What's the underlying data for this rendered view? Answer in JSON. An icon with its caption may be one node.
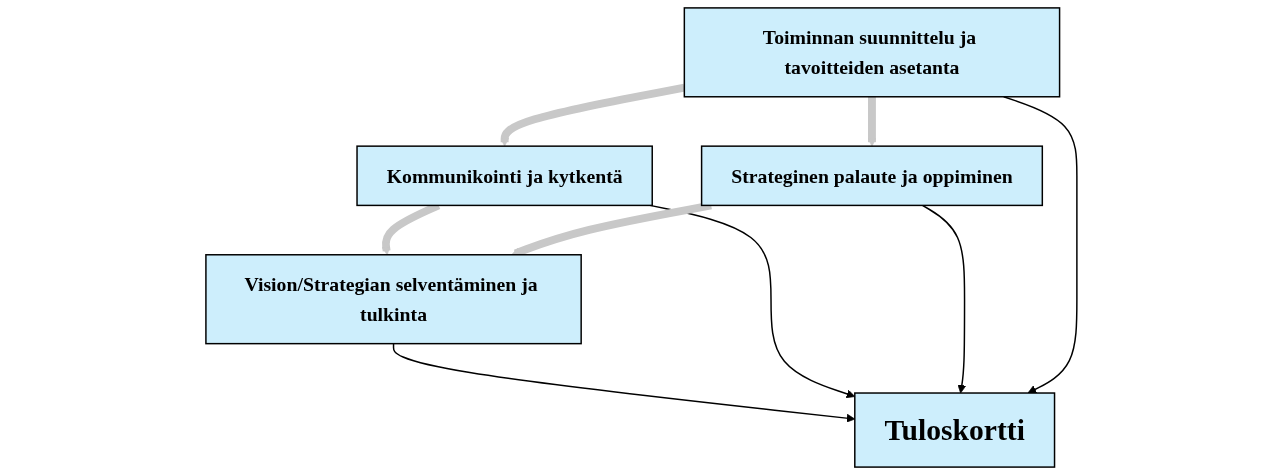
{
  "diagram": {
    "nodes": [
      {
        "text": [
          "Vision/Strategian selventäminen ja tulkinta"
        ]
      },
      {
        "text": [
          "Kommunikointi ja kytkentä"
        ]
      },
      {
        "text": [
          "Tuloskortti"
        ]
      },
      {
        "text": [
          "Strateginen palaute ja oppiminen"
        ]
      },
      {
        "text": [
          "Toiminnan suunnittelu ja tavoitteiden asetanta"
        ]
      }
    ],
    "edges": [
      {
        "from": 0,
        "to": 2,
        "arrow": "to"
      },
      {
        "from": 1,
        "to": 2,
        "arrow": "to"
      },
      {
        "from": 3,
        "to": 2,
        "arrow": "to"
      },
      {
        "from": 4,
        "to": 2,
        "arrow": "to"
      },
      {
        "from": 1,
        "to": 0,
        "arrow": "to",
        "style": "thick",
        "color": "#c8c8c8"
      },
      {
        "from": 3,
        "to": 0,
        "arrow": "to",
        "style": "thick",
        "color": "#c8c8c8"
      },
      {
        "from": 4,
        "to": 3,
        "arrow": "to",
        "style": "thick",
        "color": "#c8c8c8"
      },
      {
        "from": 4,
        "to": 1,
        "arrow": "to",
        "style": "thick",
        "color": "#c8c8c8"
      }
    ]
  }
}
